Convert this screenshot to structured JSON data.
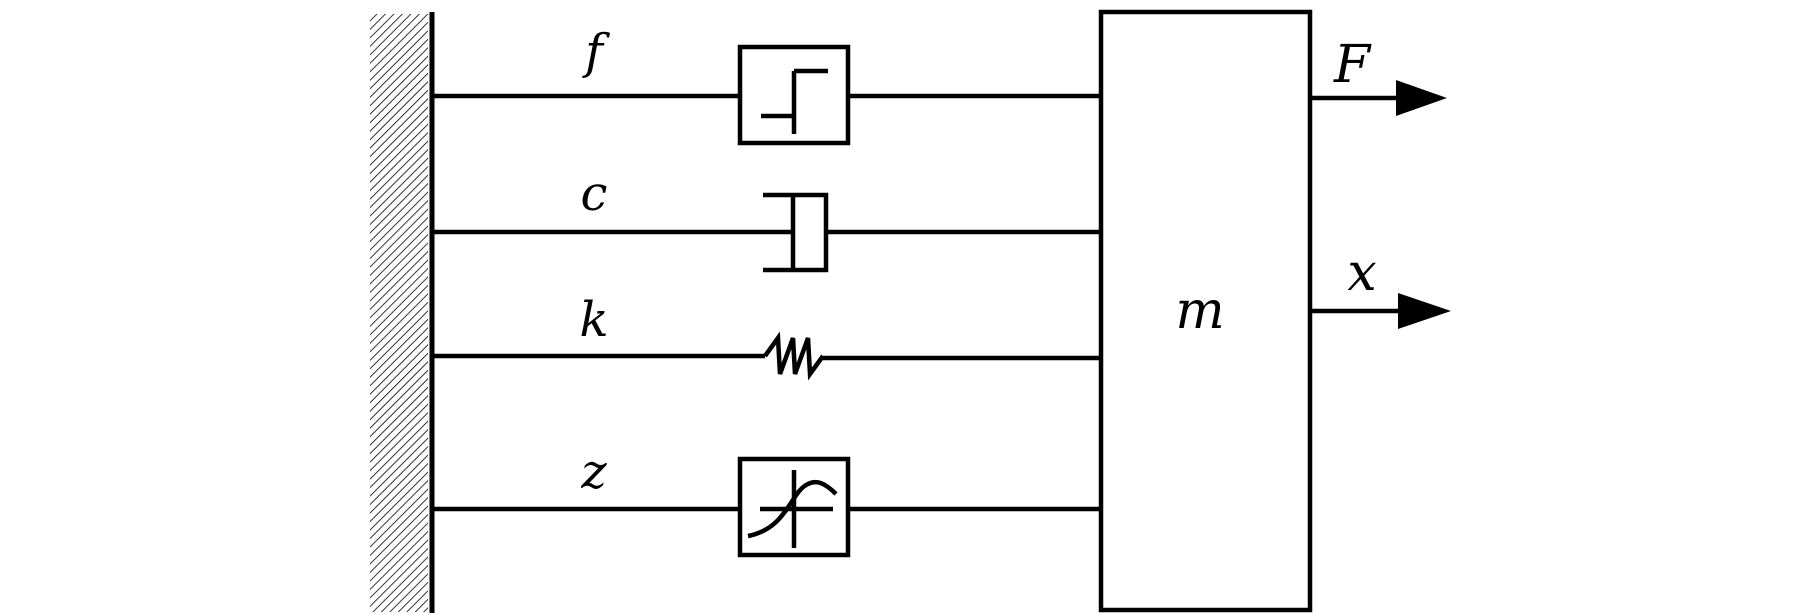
{
  "labels": {
    "friction": "f",
    "damping": "c",
    "stiffness": "k",
    "hysteresis": "z",
    "mass": "m",
    "force": "F",
    "displacement": "x"
  }
}
